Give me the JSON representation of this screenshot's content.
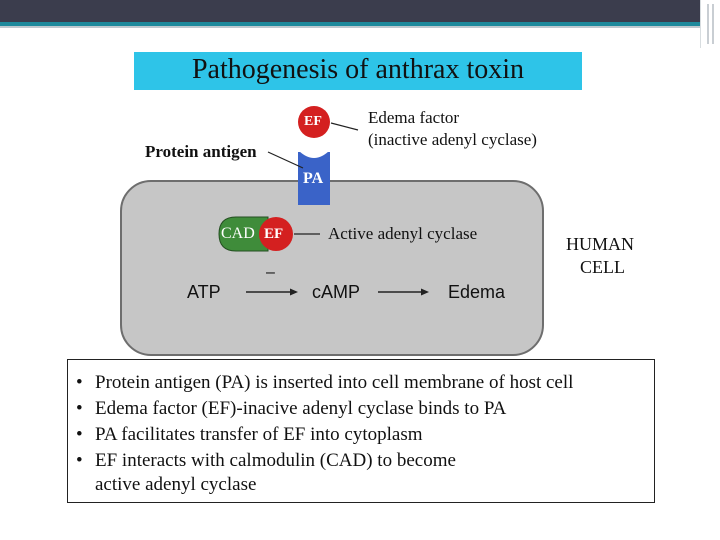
{
  "slide": {
    "title": "Pathogenesis of anthrax toxin",
    "colors": {
      "title_bar": "#2ec4e8",
      "header_band": "#3b3d4d",
      "header_accent": "#1e8a9c",
      "cell": "#c6c6c6",
      "pa_channel": "#3a63c8",
      "ef_circle": "#d42020",
      "cad_shape": "#3f8c3a"
    }
  },
  "diagram": {
    "ef_top_label": "EF",
    "pa_label": "PA",
    "edema_factor_title": "Edema factor",
    "edema_factor_desc": "(inactive adenyl cyclase)",
    "protein_antigen_label": "Protein antigen",
    "cad_label": "CAD",
    "ef_inner_label": "EF",
    "active_adenyl_label": "Active adenyl cyclase",
    "minus_sign": "–",
    "atp_label": "ATP",
    "camp_label": "cAMP",
    "edema_label": "Edema",
    "human_label": "HUMAN",
    "cell_label": "CELL"
  },
  "bullets": {
    "items": [
      "Protein antigen (PA) is inserted into cell membrane of host cell",
      "Edema factor (EF)-inacive adenyl cyclase binds to PA",
      "PA facilitates transfer of EF into cytoplasm",
      "EF interacts with calmodulin (CAD) to become"
    ],
    "continuation": "active adenyl cyclase",
    "bullet_char": "•"
  }
}
